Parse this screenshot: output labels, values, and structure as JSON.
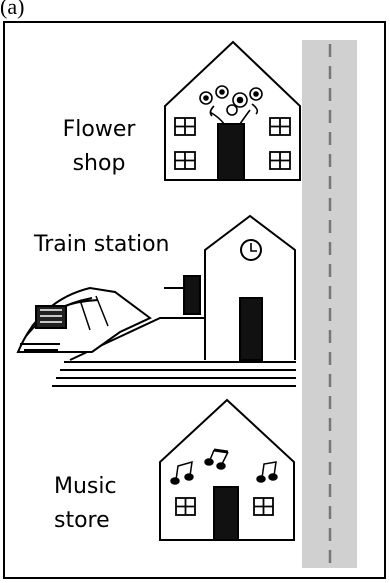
{
  "corner_label": "(a)",
  "places": {
    "flower_shop": {
      "line1": "Flower",
      "line2": "shop"
    },
    "train_station": {
      "label": "Train station"
    },
    "music_store": {
      "line1": "Music",
      "line2": "store"
    }
  },
  "colors": {
    "road": "#d0d0d0",
    "road_dash": "#777777",
    "ink": "#111111"
  }
}
